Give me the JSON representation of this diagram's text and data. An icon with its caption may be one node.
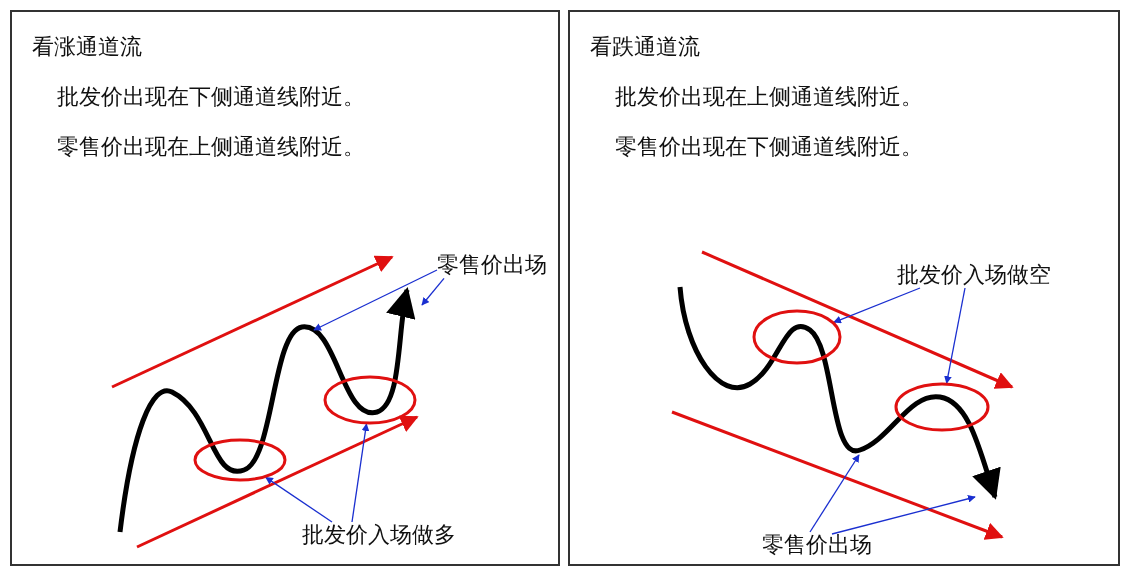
{
  "diagram": {
    "nodes": [
      {
        "text": [
          "看涨通道流",
          "批发价出现在下侧通道线附近。",
          "零售价出现在上侧通道线附近。"
        ]
      },
      {
        "text": [
          "看跌通道流",
          "批发价出现在上侧通道线附近。",
          "零售价出现在下侧通道线附近。"
        ]
      },
      {
        "text": [
          "零售价出场"
        ],
        "in": 0
      },
      {
        "text": [
          "批发价入场做多"
        ],
        "in": 0
      },
      {
        "text": [],
        "shape": "ellipse",
        "in": 0
      },
      {
        "text": [],
        "shape": "ellipse",
        "in": 0
      },
      {
        "text": [
          "批发价入场做空"
        ],
        "in": 1
      },
      {
        "text": [
          "零售价出场"
        ],
        "in": 1
      },
      {
        "text": [],
        "shape": "ellipse",
        "in": 1
      },
      {
        "text": [],
        "shape": "ellipse",
        "in": 1
      }
    ],
    "edges": [
      {
        "from": 2,
        "to": null,
        "arrow": "to"
      },
      {
        "from": 2,
        "to": null,
        "arrow": "to"
      },
      {
        "from": 3,
        "to": 4,
        "arrow": "to"
      },
      {
        "from": 3,
        "to": 5,
        "arrow": "to"
      },
      {
        "from": 6,
        "to": 8,
        "arrow": "to"
      },
      {
        "from": 6,
        "to": 9,
        "arrow": "to"
      },
      {
        "from": 7,
        "to": null,
        "arrow": "to"
      },
      {
        "from": 7,
        "to": null,
        "arrow": "to"
      }
    ]
  }
}
